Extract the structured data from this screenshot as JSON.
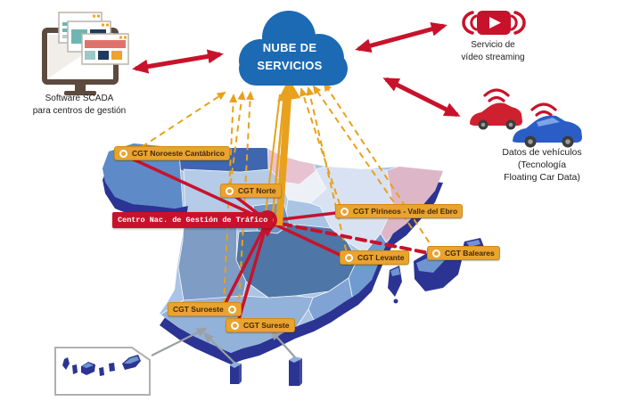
{
  "cloud": {
    "line1": "NUBE DE",
    "line2": "SERVICIOS"
  },
  "scada": {
    "line1": "Software SCADA",
    "line2": "para centros de gestión"
  },
  "streaming": {
    "line1": "Servicio de",
    "line2": "vídeo streaming"
  },
  "vehicles": {
    "line1": "Datos de vehículos",
    "line2": "(Tecnología",
    "line3": "Floating Car Data)"
  },
  "map": {
    "center_label": "Centro Nac. de Gestión de Tráfico",
    "cgt": [
      {
        "label": "CGT Noroeste Cantábrico"
      },
      {
        "label": "CGT Norte"
      },
      {
        "label": "CGT Pirineos - Valle del Ebro"
      },
      {
        "label": "CGT Levante"
      },
      {
        "label": "CGT Baleares"
      },
      {
        "label": "CGT Suroeste"
      },
      {
        "label": "CGT Sureste"
      }
    ]
  },
  "icons": {
    "hub": "cloud-icon",
    "scada": "monitor-windows-icon",
    "streaming": "video-streaming-broadcast-icon",
    "vehicles": "connected-cars-wifi-icon",
    "center": "target-pin-icon",
    "cgt_marker": "ring-marker-icon",
    "inset": "canary-islands-inset"
  },
  "colors": {
    "cloud_blue": "#1c6ab3",
    "arrow_red": "#c8122b",
    "uplink_orange": "#e8a11d",
    "label_gold": "#e9a32f",
    "map_navy": "#2b3493",
    "inset_border": "#b0b0b0",
    "gray_arrow": "#9aa0a6"
  }
}
